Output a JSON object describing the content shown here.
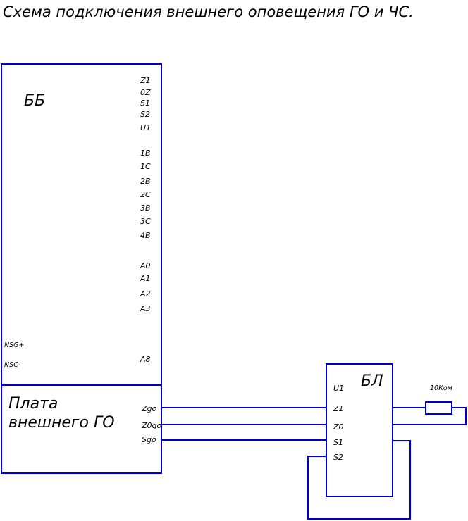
{
  "title": "Схема подключения внешнего оповещения ГО и ЧС.",
  "bb": {
    "label": "ББ",
    "pins": [
      "Z1",
      "0Z",
      "S1",
      "S2",
      "U1",
      "1B",
      "1C",
      "2B",
      "2C",
      "3B",
      "3C",
      "4B",
      "A0",
      "A1",
      "A2",
      "A3",
      "A8"
    ],
    "left_pins": [
      "NSG+",
      "NSC-"
    ]
  },
  "plate": {
    "label_line1": "Плата",
    "label_line2": "внешнего ГО",
    "pins": [
      "Zgo",
      "Z0go",
      "Sgo"
    ]
  },
  "bl": {
    "label": "БЛ",
    "pins": [
      "U1",
      "Z1",
      "Z0",
      "S1",
      "S2"
    ]
  },
  "resistor": {
    "label": "10Ком"
  },
  "colors": {
    "wire": "#0000cc",
    "text": "#000000"
  }
}
